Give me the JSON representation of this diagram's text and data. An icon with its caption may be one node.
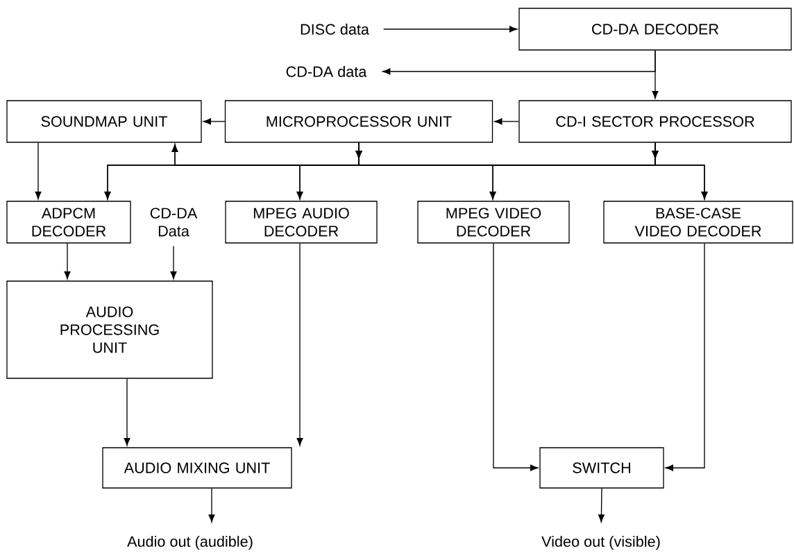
{
  "diagram": {
    "nodes": [
      {
        "text": [
          "DISC data"
        ]
      },
      {
        "text": [
          "CD-DA DECODER"
        ]
      },
      {
        "text": [
          "CD-DA data"
        ]
      },
      {
        "text": [
          "CD-I SECTOR PROCESSOR"
        ]
      },
      {
        "text": [
          "MICROPROCESSOR UNIT"
        ]
      },
      {
        "text": [
          "SOUNDMAP UNIT"
        ]
      },
      {
        "text": [
          "ADPCM DECODER"
        ]
      },
      {
        "text": [
          "CD-DA Data"
        ]
      },
      {
        "text": [
          "MPEG AUDIO DECODER"
        ]
      },
      {
        "text": [
          "MPEG VIDEO DECODER"
        ]
      },
      {
        "text": [
          "BASE-CASE VIDEO DECODER"
        ]
      },
      {
        "text": [
          "AUDIO PROCESSING UNIT"
        ]
      },
      {
        "text": [
          "AUDIO MIXING UNIT"
        ]
      },
      {
        "text": [
          "SWITCH"
        ]
      },
      {
        "text": [
          "Audio out (audible)"
        ]
      },
      {
        "text": [
          "Video out (visible)"
        ]
      }
    ],
    "edges": [
      {
        "from": 0,
        "to": 1,
        "arrow": "to"
      },
      {
        "from": 1,
        "to": 2,
        "arrow": "to"
      },
      {
        "from": 1,
        "to": 3,
        "arrow": "to"
      },
      {
        "from": 3,
        "to": 4,
        "arrow": "to"
      },
      {
        "from": 4,
        "to": 5,
        "arrow": "to"
      },
      {
        "from": 4,
        "to": 5,
        "arrow": "to"
      },
      {
        "from": 4,
        "to": 6,
        "arrow": "to"
      },
      {
        "from": 4,
        "to": 8,
        "arrow": "to"
      },
      {
        "from": 4,
        "to": 9,
        "arrow": "to"
      },
      {
        "from": 4,
        "to": 10,
        "arrow": "to"
      },
      {
        "from": 3,
        "to": 5,
        "arrow": "to"
      },
      {
        "from": 3,
        "to": 6,
        "arrow": "to"
      },
      {
        "from": 3,
        "to": 8,
        "arrow": "to"
      },
      {
        "from": 3,
        "to": 9,
        "arrow": "to"
      },
      {
        "from": 3,
        "to": 10,
        "arrow": "to"
      },
      {
        "from": 5,
        "to": 6,
        "arrow": "to"
      },
      {
        "from": 6,
        "to": 11,
        "arrow": "to"
      },
      {
        "from": 7,
        "to": 11,
        "arrow": "to"
      },
      {
        "from": 8,
        "to": 12,
        "arrow": "to"
      },
      {
        "from": 11,
        "to": 12,
        "arrow": "to"
      },
      {
        "from": 9,
        "to": 13,
        "arrow": "to"
      },
      {
        "from": 10,
        "to": 13,
        "arrow": "to"
      },
      {
        "from": 12,
        "to": 14,
        "arrow": "to"
      },
      {
        "from": 13,
        "to": 15,
        "arrow": "to"
      }
    ]
  }
}
